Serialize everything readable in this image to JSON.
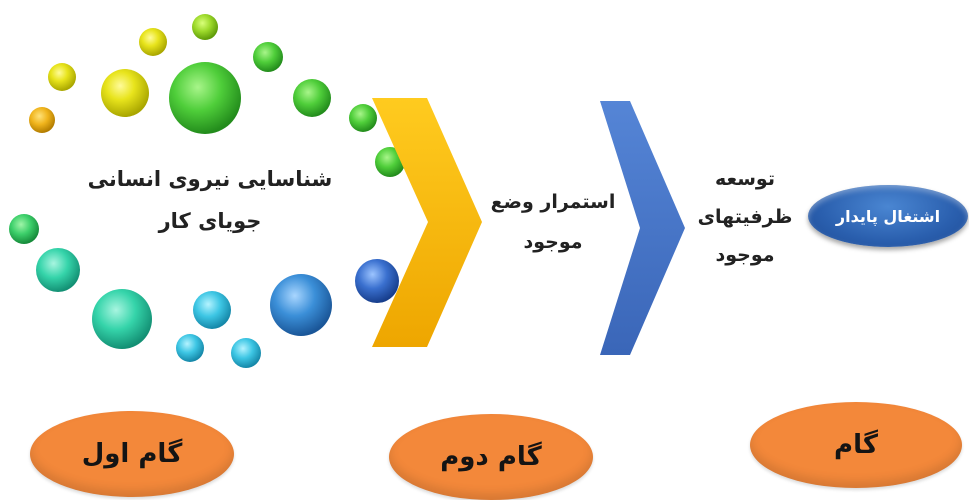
{
  "circle_text": {
    "line1": "شناسایی نیروی انسانی",
    "line2": "جویای کار"
  },
  "chevrons": {
    "first_color": "#f5b800",
    "second_color": "#4472c4"
  },
  "middle_text": {
    "line1": "استمرار وضع",
    "line2": "موجود"
  },
  "right_text": {
    "line1": "توسعه",
    "line2": "ظرفیتهای",
    "line3": "موجود"
  },
  "goal": {
    "label": "اشتغال پایدار",
    "color": "#2a5fae"
  },
  "steps": [
    {
      "label": "گام اول"
    },
    {
      "label": "گام دوم"
    },
    {
      "label": "گام"
    }
  ],
  "step_color": "#f3883a"
}
